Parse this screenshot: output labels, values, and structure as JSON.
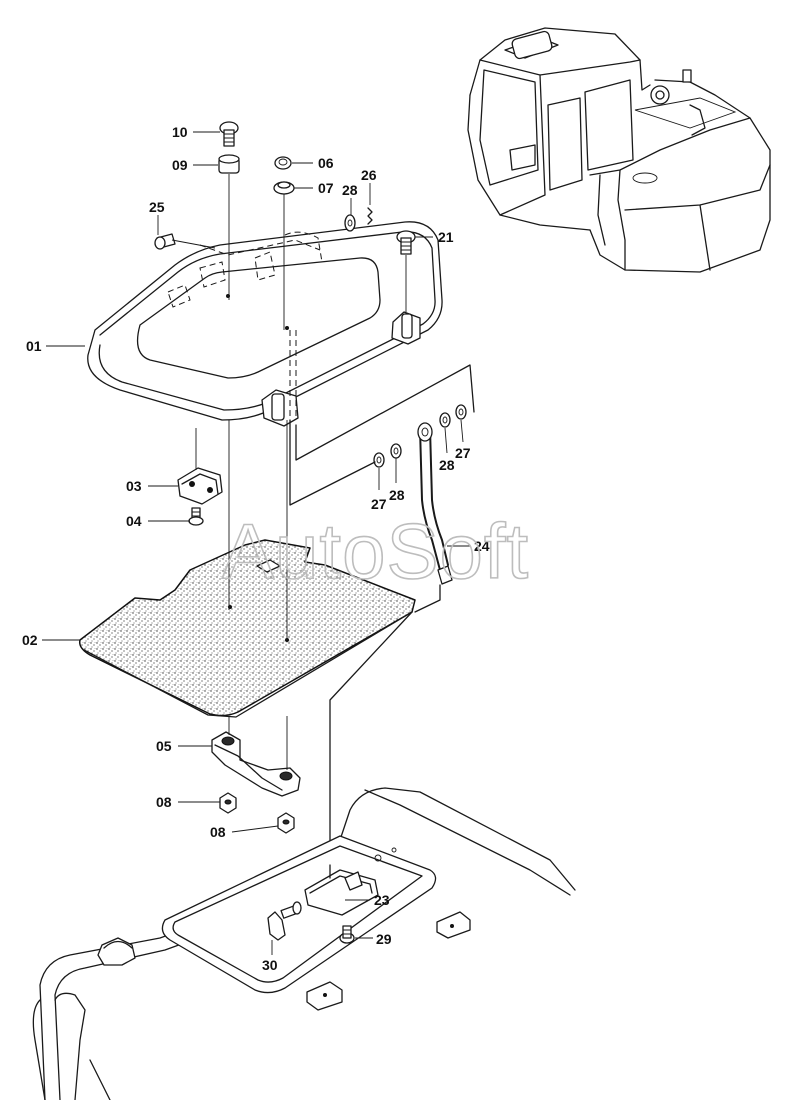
{
  "watermark": "AutoSoft",
  "callouts": {
    "p01": "01",
    "p02": "02",
    "p03": "03",
    "p04": "04",
    "p05": "05",
    "p06": "06",
    "p07": "07",
    "p08a": "08",
    "p08b": "08",
    "p09": "09",
    "p10": "10",
    "p21": "21",
    "p23": "23",
    "p24": "24",
    "p25": "25",
    "p26": "26",
    "p27a": "27",
    "p27b": "27",
    "p28a": "28",
    "p28b": "28",
    "p28c": "28",
    "p29": "29",
    "p30": "30"
  }
}
